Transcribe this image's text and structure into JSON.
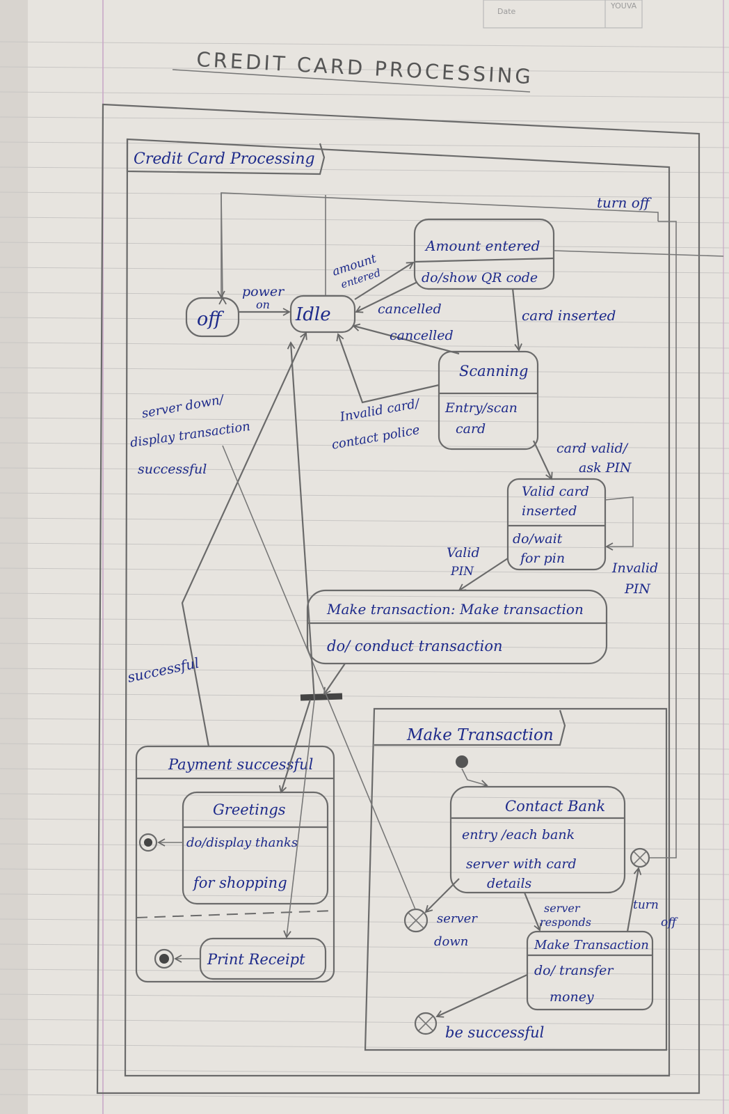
{
  "header": {
    "date_label": "Date",
    "brand": "YOUVA"
  },
  "diagram": {
    "title": "CREDIT CARD PROCESSING",
    "frame_label": "Credit Card Processing",
    "states": {
      "off": "off",
      "idle": "Idle",
      "amount_entered": {
        "name": "Amount entered",
        "activity": "do/show QR code"
      },
      "scanning": {
        "name": "Scanning",
        "activity_line1": "Entry/scan",
        "activity_line2": "card"
      },
      "valid_card": {
        "name_line1": "Valid card",
        "name_line2": "inserted",
        "activity_line1": "do/wait",
        "activity_line2": "for pin"
      },
      "make_transaction": {
        "name": "Make transaction: Make transaction",
        "activity": "do/ conduct transaction"
      },
      "payment_successful": {
        "name": "Payment successful",
        "greetings": {
          "name": "Greetings",
          "activity_line1": "do/display thanks",
          "activity_line2": "for shopping"
        },
        "print_receipt": "Print Receipt"
      },
      "make_transaction_sub": {
        "name": "Make Transaction",
        "contact_bank": {
          "name": "Contact Bank",
          "activity_line1": "entry /each bank",
          "activity_line2": "server with card",
          "activity_line3": "details"
        },
        "transfer": {
          "name": "Make Transaction",
          "activity_line1": "do/ transfer",
          "activity_line2": "money"
        }
      }
    },
    "transitions": {
      "turn_off_top": "turn off",
      "power_on_line1": "power",
      "power_on_line2": "on",
      "amount_entered_line1": "amount",
      "amount_entered_line2": "entered",
      "cancelled_1": "cancelled",
      "cancelled_2": "cancelled",
      "card_inserted": "card inserted",
      "server_down_line1": "server down/",
      "server_down_line2": "display transaction",
      "server_down_line3": "successful",
      "invalid_card_line1": "Invalid card/",
      "invalid_card_line2": "contact police",
      "card_valid_line1": "card valid/",
      "card_valid_line2": "ask PIN",
      "valid_pin_line1": "Valid",
      "valid_pin_line2": "PIN",
      "invalid_pin_line1": "Invalid",
      "invalid_pin_line2": "PIN",
      "successful": "successful",
      "server_down_sub_line1": "server",
      "server_down_sub_line2": "down",
      "server_responds_line1": "server",
      "server_responds_line2": "responds",
      "turn_off_sub_line1": "turn",
      "turn_off_sub_line2": "off",
      "be_successful": "be successful"
    }
  }
}
